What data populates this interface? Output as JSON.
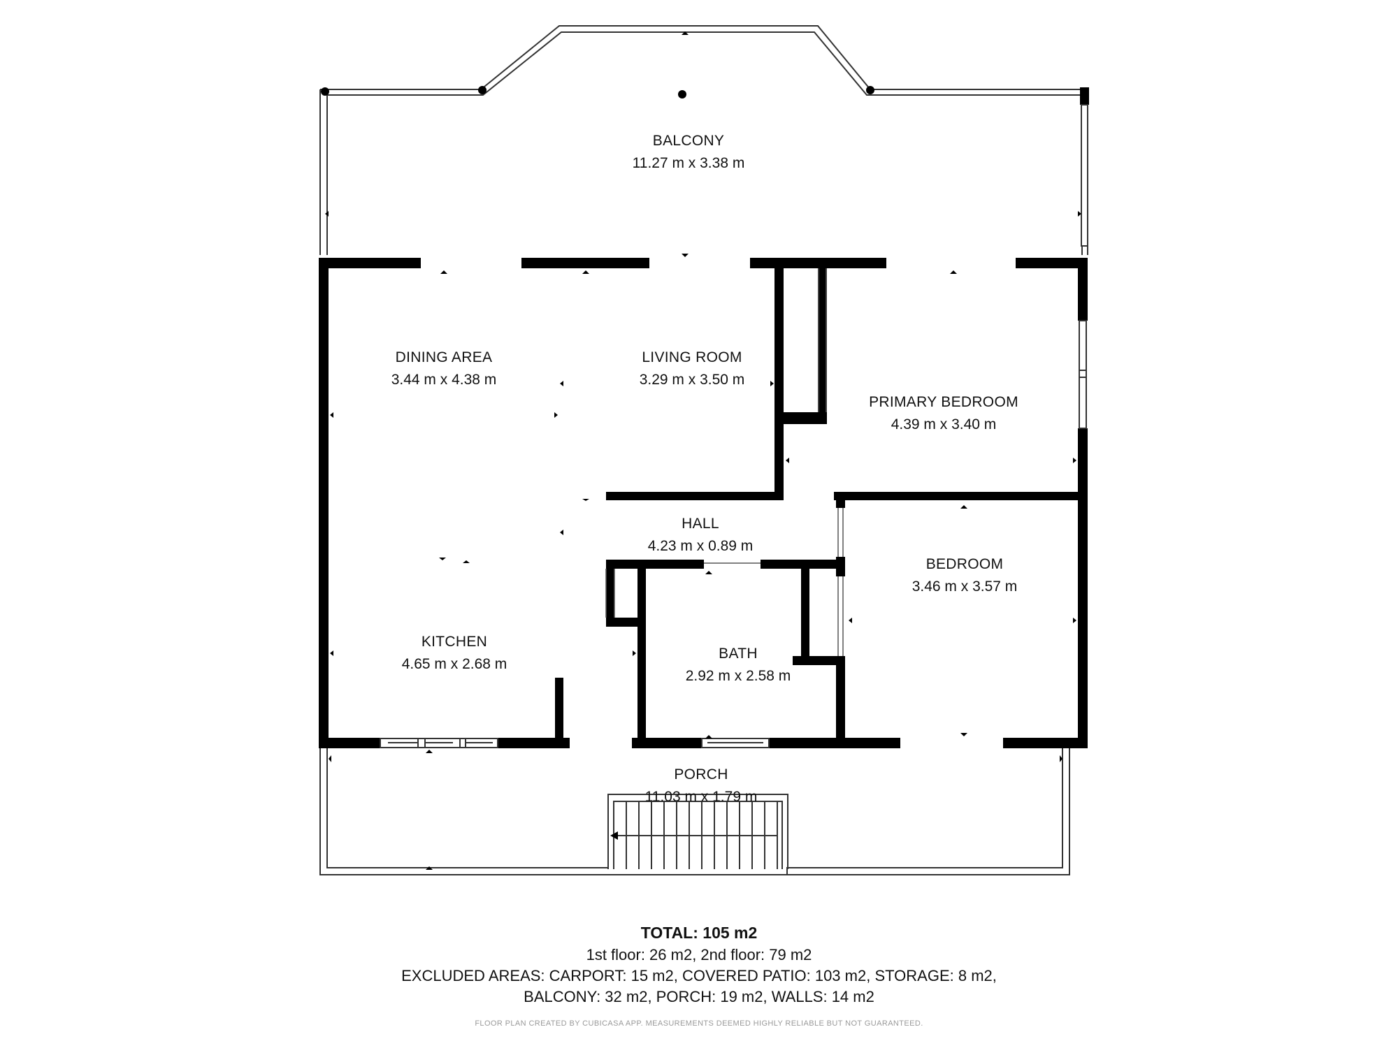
{
  "rooms": {
    "balcony": {
      "name": "BALCONY",
      "dims": "11.27 m x 3.38 m"
    },
    "dining": {
      "name": "DINING AREA",
      "dims": "3.44 m x 4.38 m"
    },
    "living": {
      "name": "LIVING ROOM",
      "dims": "3.29 m x 3.50 m"
    },
    "primary": {
      "name": "PRIMARY BEDROOM",
      "dims": "4.39 m x 3.40 m"
    },
    "hall": {
      "name": "HALL",
      "dims": "4.23 m x 0.89 m"
    },
    "bedroom": {
      "name": "BEDROOM",
      "dims": "3.46 m x 3.57 m"
    },
    "kitchen": {
      "name": "KITCHEN",
      "dims": "4.65 m x 2.68 m"
    },
    "bath": {
      "name": "BATH",
      "dims": "2.92 m x 2.58 m"
    },
    "porch": {
      "name": "PORCH",
      "dims": "11.03 m x 1.79 m"
    }
  },
  "summary": {
    "total": "TOTAL: 105 m2",
    "floors": "1st floor: 26 m2, 2nd floor: 79 m2",
    "excluded_1": "EXCLUDED AREAS: CARPORT: 15 m2, COVERED PATIO: 103 m2, STORAGE: 8 m2,",
    "excluded_2": "BALCONY: 32 m2, PORCH: 19 m2, WALLS: 14 m2",
    "credit": "FLOOR PLAN CREATED BY CUBICASA APP. MEASUREMENTS DEEMED HIGHLY RELIABLE BUT NOT GUARANTEED."
  },
  "colors": {
    "wall": "#000000",
    "background": "#ffffff",
    "outline": "#333333"
  }
}
